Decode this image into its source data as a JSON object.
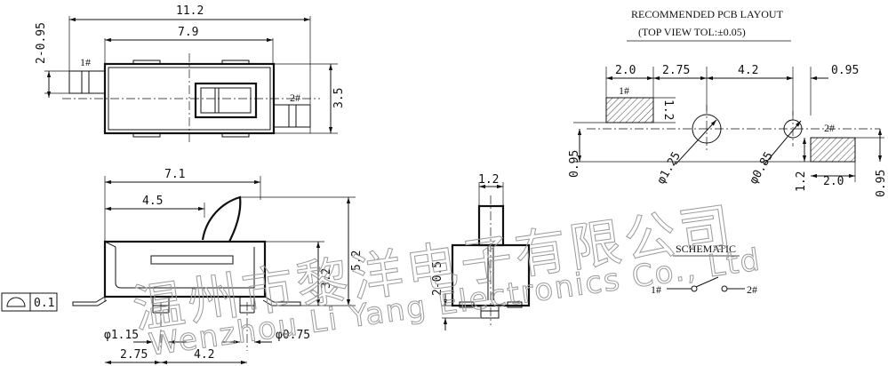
{
  "pcb": {
    "title": "RECOMMENDED PCB LAYOUT",
    "subtitle": "(TOP VIEW TOL:±0.05)",
    "pad1": "1#",
    "pad2": "2#",
    "d_2_0_top": "2.0",
    "d_2_75": "2.75",
    "d_4_2": "4.2",
    "d_0_95_top": "0.95",
    "d_1_2_pad": "1.2",
    "d_0_95_left": "0.95",
    "d_phi_1_25": "φ1.25",
    "d_phi_0_85": "φ0.85",
    "d_1_2_bottom": "1.2",
    "d_2_0_bottom": "2.0",
    "d_0_95_right": "0.95"
  },
  "top_view": {
    "d_11_2": "11.2",
    "d_7_9": "7.9",
    "d_2_0_95": "2-0.95",
    "d_3_5": "3.5",
    "pin1": "1#",
    "pin2": "2#"
  },
  "side_view": {
    "d_7_1": "7.1",
    "d_4_5": "4.5",
    "d_5_2": "5.2",
    "d_3_2": "3.2",
    "d_phi_1_15": "φ1.15",
    "d_phi_0_75": "φ0.75",
    "d_2_75": "2.75",
    "d_4_2": "4.2",
    "flatness_value": "0.1"
  },
  "end_view": {
    "d_1_2": "1.2",
    "d_2_0_5": "2-0.5"
  },
  "schematic": {
    "title": "SCHEMATIC",
    "pin1": "1#",
    "pin2": "2#"
  },
  "watermark": {
    "chinese": "温州市黎洋电子有限公司",
    "english": "Wenzhou Li Yang Electronics Co., Ltd"
  }
}
